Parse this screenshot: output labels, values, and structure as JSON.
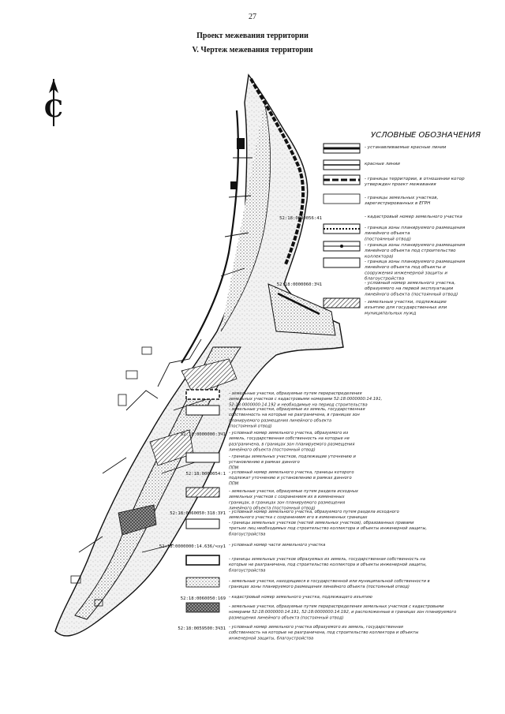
{
  "page": {
    "number": "27",
    "title": "Проект межевания территории",
    "subtitle": "V.    Чертеж межевания территории"
  },
  "north_arrow": {
    "symbol": "С"
  },
  "legend": {
    "heading": "УСЛОВНЫЕ ОБОЗНАЧЕНИЯ",
    "top_items": [
      {
        "code": "",
        "lines": [
          "- устанавливаемые красные линии"
        ]
      },
      {
        "code": "",
        "lines": [
          "красные линии"
        ]
      },
      {
        "code": "",
        "lines": [
          "- границы территории, в отношении котор",
          "утвержден проект межевания"
        ]
      },
      {
        "code": "",
        "lines": [
          "- границы земельных участков,",
          "зарегистрированных в ЕГРН"
        ]
      },
      {
        "code": "52:18:0000056:41",
        "lines": [
          "- кадастровый номер земельного участка"
        ]
      },
      {
        "code": "",
        "lines": [
          "- граница зоны планируемого размещения",
          "линейного объекта",
          "(постоянный отвод)"
        ]
      },
      {
        "code": "",
        "lines": [
          "- граница зоны планируемого размещения",
          "линейного объекта под строительство",
          "коллектора)"
        ]
      },
      {
        "code": "",
        "lines": [
          "- граница зоны планируемого размещения",
          "линейного объекта под объекты и",
          "сооружения инженерной защиты и",
          "благоустройства"
        ]
      },
      {
        "code": "52:18:0000060:3Ч1",
        "lines": [
          "- условный номер земельного участка,",
          "образуемого на первой эксплуатации",
          "линейного объекта (постоянный отвод)"
        ]
      },
      {
        "code": "",
        "lines": [
          "- земельные участки, подлежащие",
          "изъятию для государственных или",
          "муниципальных нужд"
        ]
      }
    ],
    "bottom_items": [
      {
        "code": "",
        "lines": [
          "- земельные участки, образуемые путем перераспределения",
          "земельных участков с кадастровыми номерами 52:18:0000000:14.191,",
          "52:18:0000000:14.192 и необходимые на период строительства"
        ]
      },
      {
        "code": "",
        "lines": [
          "- земельные участки, образуемые из земель, государственная",
          "собственность на которые не разграничена, в границах зон",
          "планируемого размещения линейного объекта",
          "(постоянный отвод)"
        ]
      },
      {
        "code": "52:18:0000000:3Ч1",
        "lines": [
          "- условный номер земельного участка, образуемого из",
          "земель, государственная собственность на которые не",
          "разграничена, в границах зон планируемого размещения",
          "линейного объекта (постоянный отвод)"
        ]
      },
      {
        "code": "",
        "lines": [
          "- границы земельных участков, подлежащие уточнению и",
          "установлению в рамках данного",
          "ППМ"
        ]
      },
      {
        "code": "52:18:0060054:1",
        "lines": [
          "- условный номер земельного участка, границы которого",
          "подлежат уточнению и установлению в рамках данного",
          "ППМ"
        ]
      },
      {
        "code": "",
        "lines": [
          "- земельные участки, образуемые путем раздела исходных",
          "земельных участков с сохранением их в измененных",
          "границах, в границах зон планируемого размещения",
          "линейного объекта (постоянный отвод)"
        ]
      },
      {
        "code": "52:18:0060050:318:ЗУ1",
        "lines": [
          "- условный номер земельного участка, образуемого путем раздела исходного",
          "земельного участка с сохранением его в измененных границах"
        ]
      },
      {
        "code": "",
        "lines": [
          "- границы земельных участков (частей земельных участков), образованных правами",
          "третьих лиц необходимых под строительство коллектора и объекты инженерной защиты,",
          "благоустройства"
        ]
      },
      {
        "code": "52:18:0000000:14.636/чзу1",
        "lines": [
          "- условный номер части земельного участка"
        ]
      },
      {
        "code": "",
        "lines": [
          "- границы земельных участков образуемых из земель, государственная собственность на",
          "которые не разграничена, под строительство коллектора и объекты инженерной защиты,",
          "благоустройства"
        ]
      },
      {
        "code": "",
        "lines": [
          "- земельные участки, находящиеся в государственной или муниципальной собственности в",
          "границах зоны планируемого размещения линейного объекта (постоянный отвод)"
        ]
      },
      {
        "code": "52:18:0060050:169",
        "lines": [
          "- кадастровый номер земельного участка, подлежащего изъятию"
        ]
      },
      {
        "code": "",
        "lines": [
          "- земельные участки, образуемые путем перераспределения земельных участков с кадастровыми",
          "номерами 52:18:0000000:14.191, 52:18:0000000:14.192, и расположенные в границах зон планируемого",
          "размещения линейного объекта (постоянный отвод)"
        ]
      },
      {
        "code": "52:18:0059500:3ЧЗ1",
        "lines": [
          "- условный номер земельного участка образуемого из земель, государственная",
          "собственность на которые не разграничена, под строительство коллектора и объекты",
          "инженерной защиты, благоустройства"
        ]
      }
    ]
  }
}
